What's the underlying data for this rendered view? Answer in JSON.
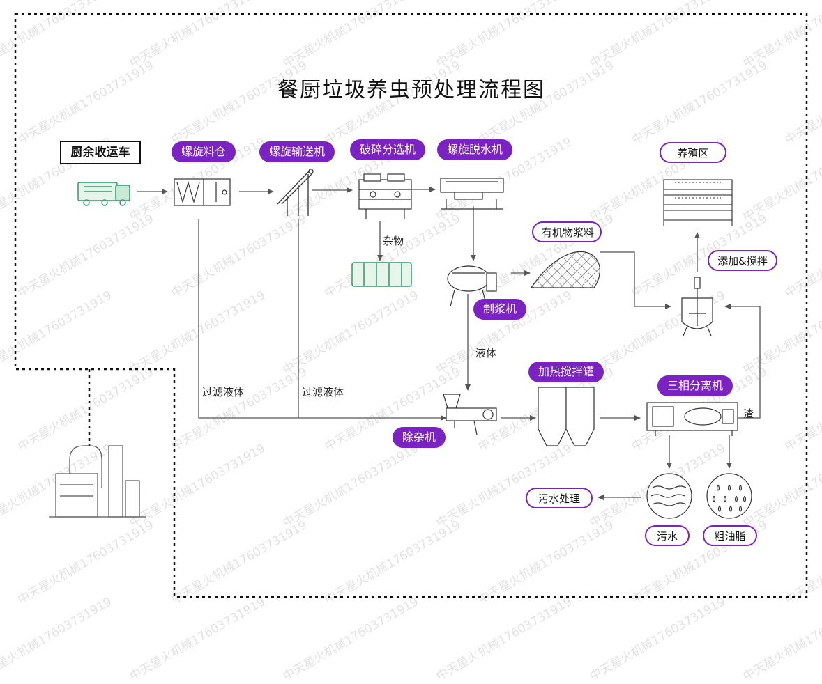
{
  "title": "餐厨垃圾养虫预处理流程图",
  "watermark": "中天星火机械17603731919",
  "colors": {
    "accent": "#7a22c2",
    "line": "#555555",
    "dash": "#111111",
    "truck": "#2f9a6a"
  },
  "boxed_label": "厨余收运车",
  "purple_labels": {
    "silo": "螺旋料仓",
    "conveyor": "螺旋输送机",
    "crusher": "破碎分选机",
    "dewater": "螺旋脱水机",
    "pulper": "制浆机",
    "heat_tank": "加热搅拌罐",
    "separator": "三相分离机",
    "deimpurity": "除杂机"
  },
  "outlined_labels": {
    "breeding": "养殖区",
    "slurry": "有机物浆料",
    "add_mix": "添加&搅拌",
    "sewage_treat": "污水处理",
    "sewage": "污水",
    "oil": "粗油脂"
  },
  "flow_text": {
    "impurity": "杂物",
    "liquid": "液体",
    "filtrate_1": "过滤液体",
    "filtrate_2": "过滤液体",
    "residue": "渣"
  }
}
